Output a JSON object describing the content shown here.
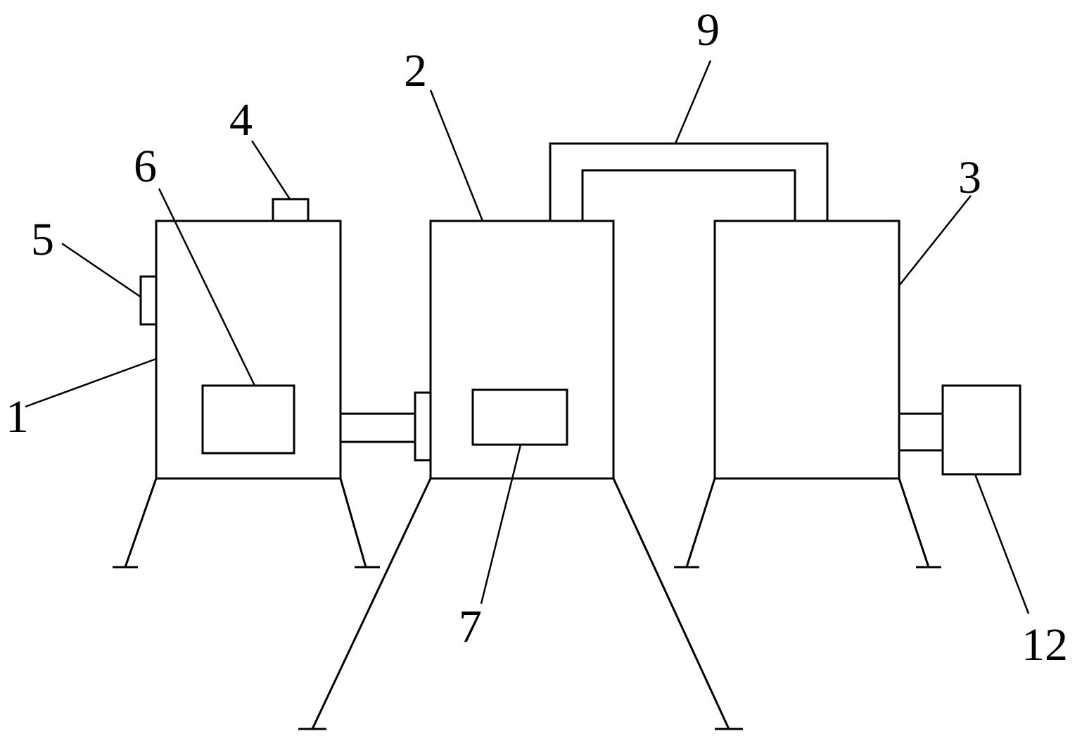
{
  "labels": {
    "l1": "1",
    "l2": "2",
    "l3": "3",
    "l4": "4",
    "l5": "5",
    "l6": "6",
    "l7": "7",
    "l9": "9",
    "l12": "12"
  },
  "colors": {
    "stroke": "#000000",
    "background": "#ffffff"
  }
}
